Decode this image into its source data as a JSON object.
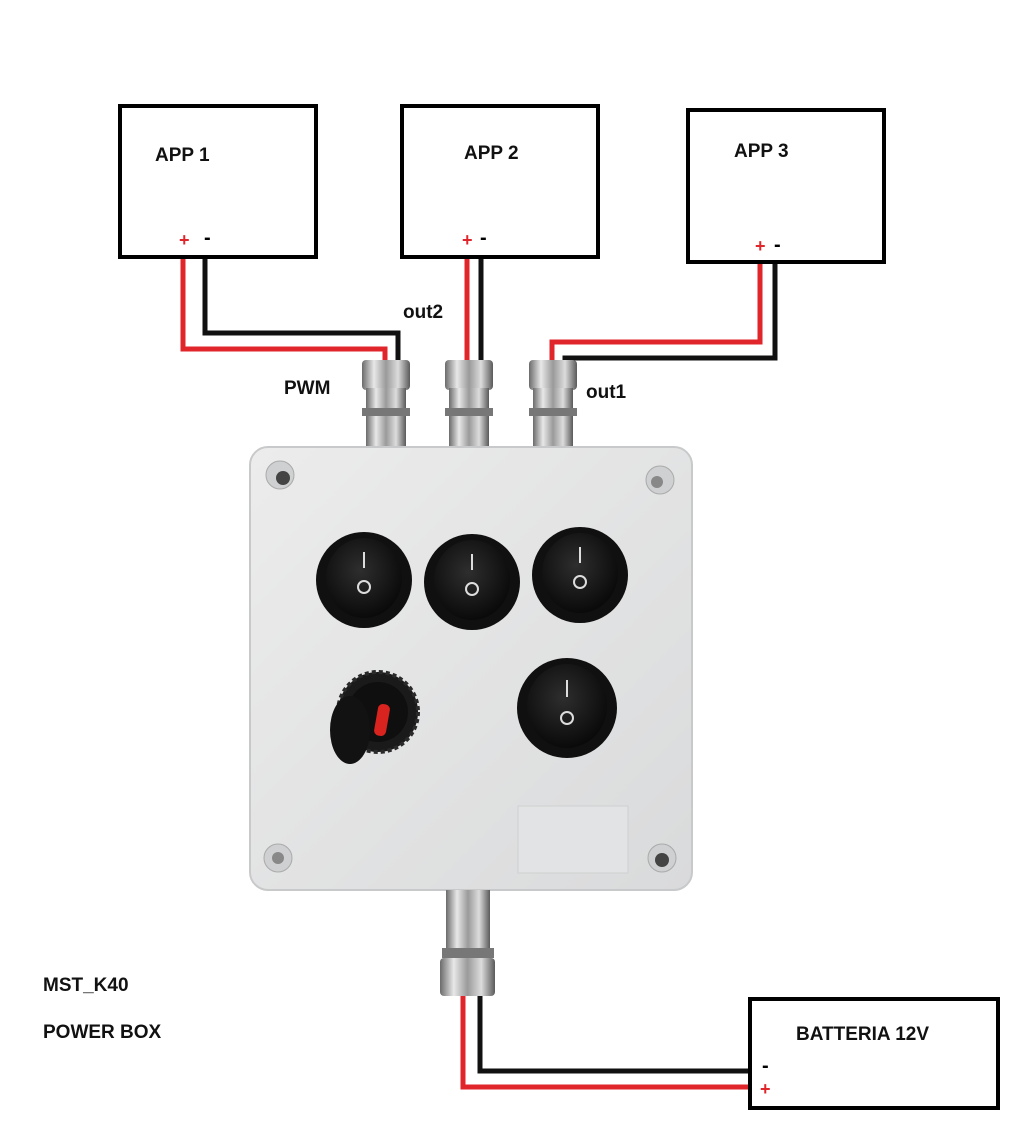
{
  "apps": [
    {
      "label": "APP 1",
      "plus": "+",
      "minus": "-"
    },
    {
      "label": "APP 2",
      "plus": "+",
      "minus": "-"
    },
    {
      "label": "APP 3",
      "plus": "+",
      "minus": "-"
    }
  ],
  "connectors": {
    "pwm": "PWM",
    "out2": "out2",
    "out1": "out1"
  },
  "battery": {
    "label": "BATTERIA 12V",
    "plus": "+",
    "minus": "-"
  },
  "product": {
    "model": "MST_K40",
    "name": "POWER BOX"
  },
  "colors": {
    "positive_wire": "#e0262b",
    "negative_wire": "#111111",
    "enclosure": "#e4e5e6"
  }
}
